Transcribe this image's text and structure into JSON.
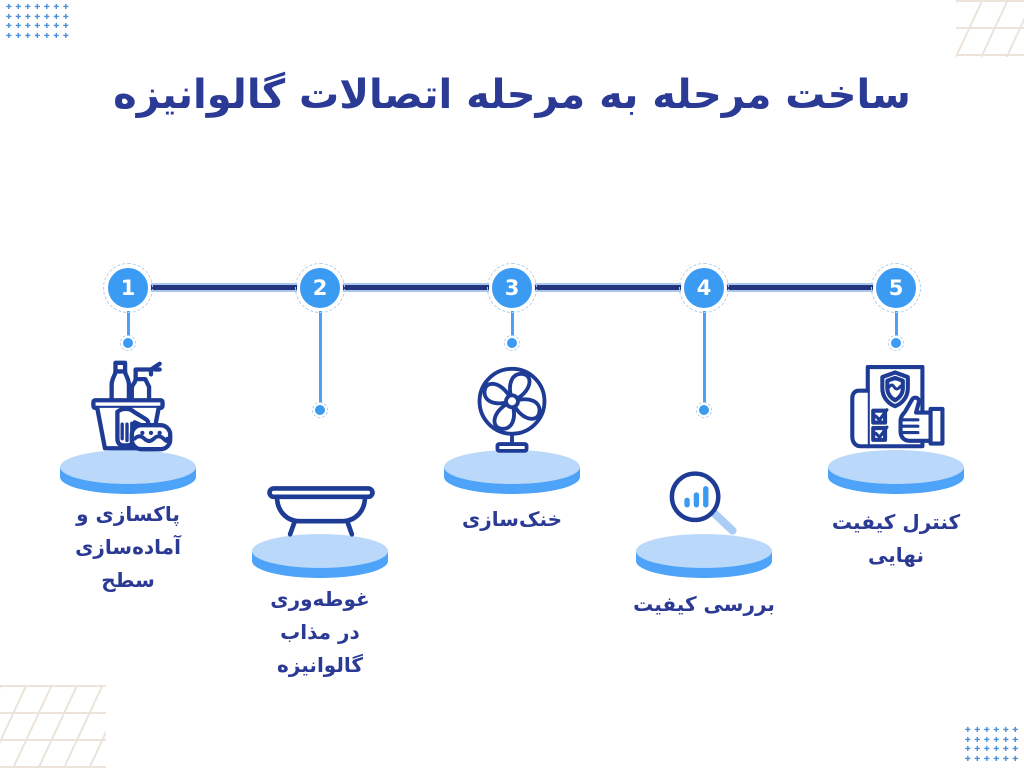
{
  "title": "ساخت مرحله به مرحله اتصالات گالوانیزه",
  "steps": [
    {
      "number": "1",
      "label": "پاکسازی و\nآماده‌سازی\nسطح",
      "icon": "cleaning-supplies-icon"
    },
    {
      "number": "2",
      "label": "غوطه‌وری\nدر مذاب\nگالوانیزه",
      "icon": "galvanizing-bath-icon"
    },
    {
      "number": "3",
      "label": "خنک‌سازی",
      "icon": "cooling-fan-icon"
    },
    {
      "number": "4",
      "label": "بررسی کیفیت",
      "icon": "quality-inspection-magnifier-icon"
    },
    {
      "number": "5",
      "label": "کنترل کیفیت\nنهایی",
      "icon": "final-quality-certificate-icon"
    }
  ],
  "colors": {
    "accent_blue": "#3b9af1",
    "podium_side_blue": "#4da3f7",
    "podium_top_blue": "#bad9fa",
    "text_navy": "#2b3a94",
    "icon_navy": "#1e3c96",
    "timeline_navy": "#25357f",
    "corner_dots_blue": "#4a90d9",
    "corner_lines_beige": "#ece4da"
  }
}
